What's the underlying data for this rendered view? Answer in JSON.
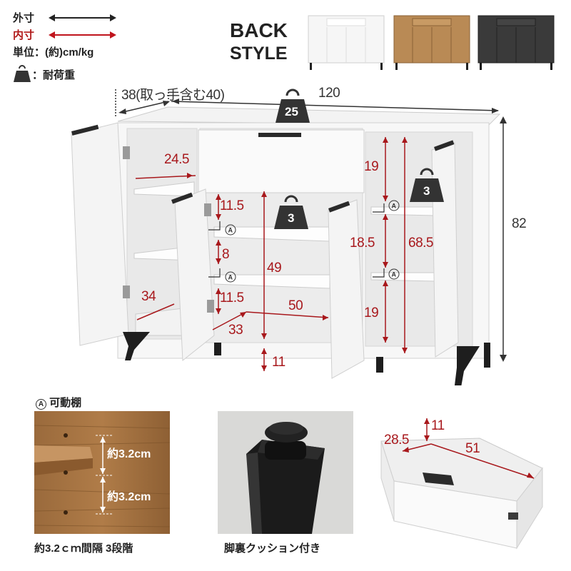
{
  "legend": {
    "outer_label": "外寸",
    "inner_label": "内寸",
    "unit_label": "単位：(約)cm/kg",
    "load_label": "：耐荷重"
  },
  "back_style": {
    "title_line1": "BACK",
    "title_line2": "STYLE",
    "thumbnails": [
      "white",
      "wood",
      "black"
    ]
  },
  "dimensions": {
    "depth": "38(取っ手含む40)",
    "width": "120",
    "height": "82",
    "top_load": "25",
    "left_shelf_depth": "24.5",
    "left_inner_depth": "34",
    "center_gap_top": "11.5",
    "center_gap_mid": "8",
    "center_gap_low": "11.5",
    "center_inner_height": "49",
    "center_inner_width": "50",
    "center_inner_depth": "33",
    "center_load": "3",
    "floor_clearance": "11",
    "right_upper": "19",
    "right_mid": "18.5",
    "right_lower": "19",
    "right_inner_height": "68.5",
    "right_load": "3"
  },
  "movable_shelf": {
    "title": "可動棚",
    "pitch_1": "約3.2cm",
    "pitch_2": "約3.2cm",
    "caption": "約3.2ｃｍ間隔 3段階"
  },
  "foot": {
    "caption": "脚裏クッション付き"
  },
  "drawer": {
    "height": "11",
    "depth": "28.5",
    "width": "51"
  },
  "colors": {
    "outer_arrow": "#222222",
    "inner_arrow": "#c0141c",
    "weight_icon": "#333333"
  }
}
